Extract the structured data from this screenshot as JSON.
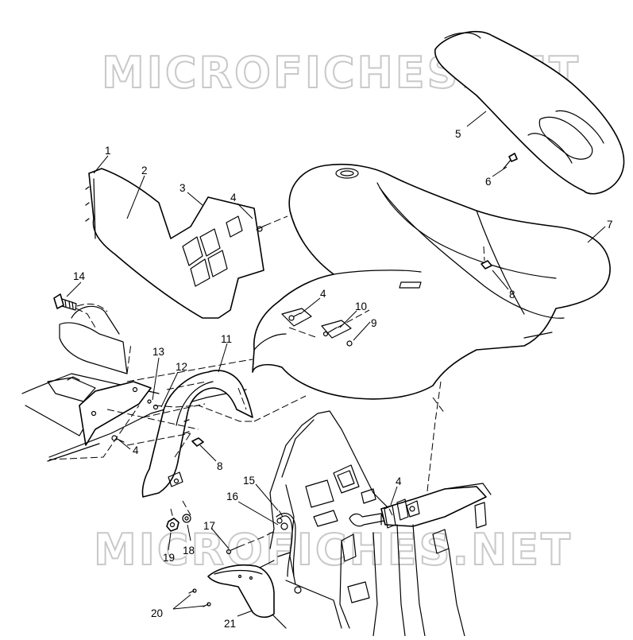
{
  "watermark": {
    "top": "MICROFICHES.NET",
    "bottom": "MICROFICHES.NET"
  },
  "callouts": [
    "1",
    "2",
    "3",
    "4",
    "4",
    "4",
    "4",
    "5",
    "6",
    "7",
    "8",
    "8",
    "9",
    "10",
    "11",
    "12",
    "13",
    "14",
    "15",
    "16",
    "17",
    "18",
    "19",
    "20",
    "21"
  ]
}
